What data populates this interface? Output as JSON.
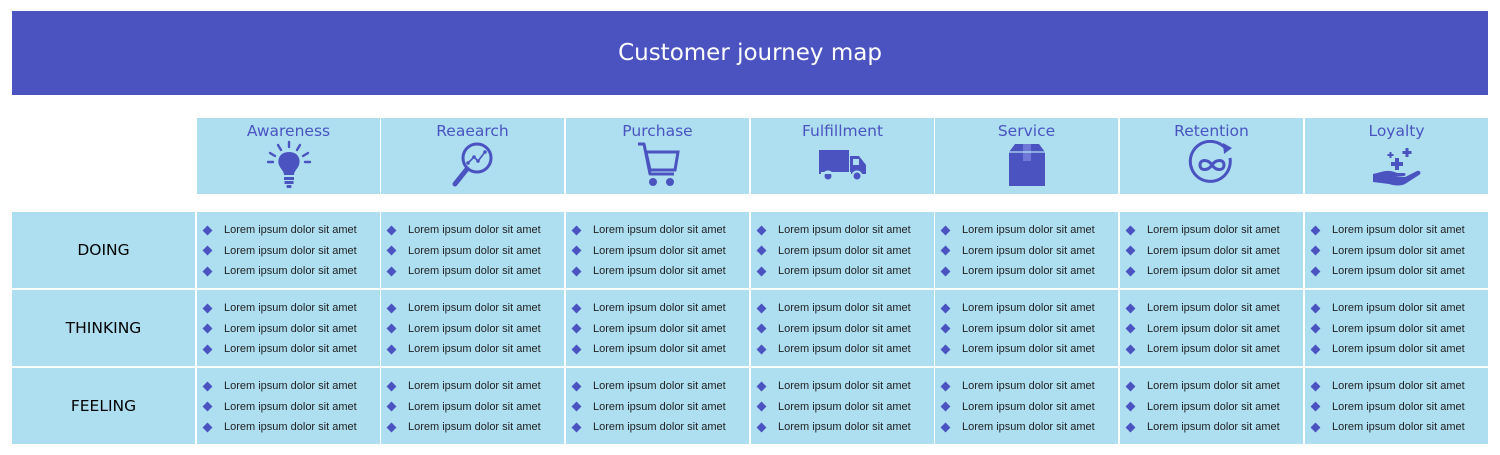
{
  "title": "Customer journey map",
  "colors": {
    "accent": "#4b53c1",
    "cell": "#addff1"
  },
  "stages": [
    {
      "label": "Awareness",
      "icon": "lightbulb-icon"
    },
    {
      "label": "Reaearch",
      "icon": "magnifier-chart-icon"
    },
    {
      "label": "Purchase",
      "icon": "shopping-cart-icon"
    },
    {
      "label": "Fulfillment",
      "icon": "delivery-truck-icon"
    },
    {
      "label": "Service",
      "icon": "package-box-icon"
    },
    {
      "label": "Retention",
      "icon": "infinity-cycle-icon"
    },
    {
      "label": "Loyalty",
      "icon": "hand-plus-icon"
    }
  ],
  "rows": [
    {
      "label": "DOING"
    },
    {
      "label": "THINKING"
    },
    {
      "label": "FEELING"
    }
  ],
  "cell_items": [
    "Lorem ipsum dolor sit amet",
    "Lorem ipsum dolor sit amet",
    "Lorem ipsum dolor sit amet"
  ]
}
